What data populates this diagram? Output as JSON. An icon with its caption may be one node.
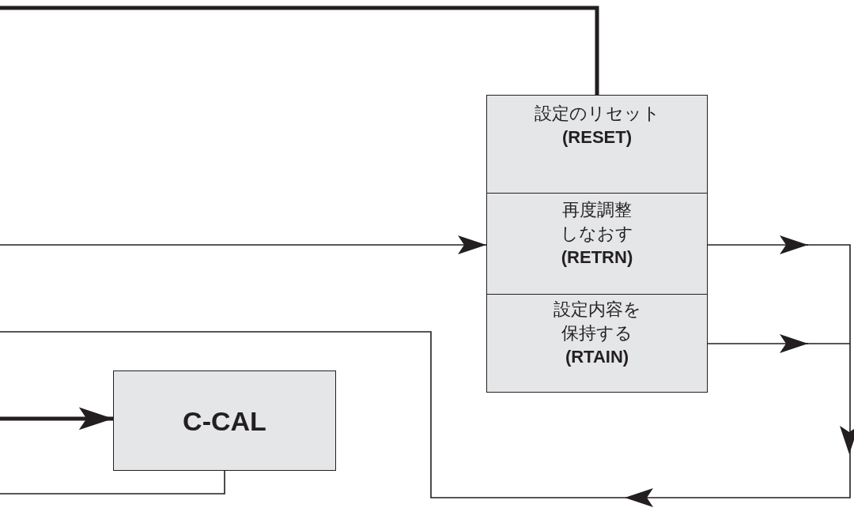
{
  "diagram": {
    "nodes": [
      {
        "text": [
          "設定のリセット",
          "(RESET)"
        ]
      },
      {
        "text": [
          "再度調整しなおす",
          "(RETRN)"
        ]
      },
      {
        "text": [
          "設定内容を保持する",
          "(RTAIN)"
        ]
      },
      {
        "text": [
          "C-CAL"
        ]
      }
    ],
    "edges": [
      {
        "from": 0,
        "to": null,
        "arrow": "none",
        "style": "thick"
      },
      {
        "from": null,
        "to": 1,
        "arrow": "to"
      },
      {
        "from": 1,
        "to": null,
        "arrow": "to"
      },
      {
        "from": 2,
        "to": null,
        "arrow": "to"
      },
      {
        "from": null,
        "to": 3,
        "arrow": "to",
        "style": "thick"
      },
      {
        "from": 3,
        "to": null,
        "arrow": "none"
      }
    ]
  }
}
